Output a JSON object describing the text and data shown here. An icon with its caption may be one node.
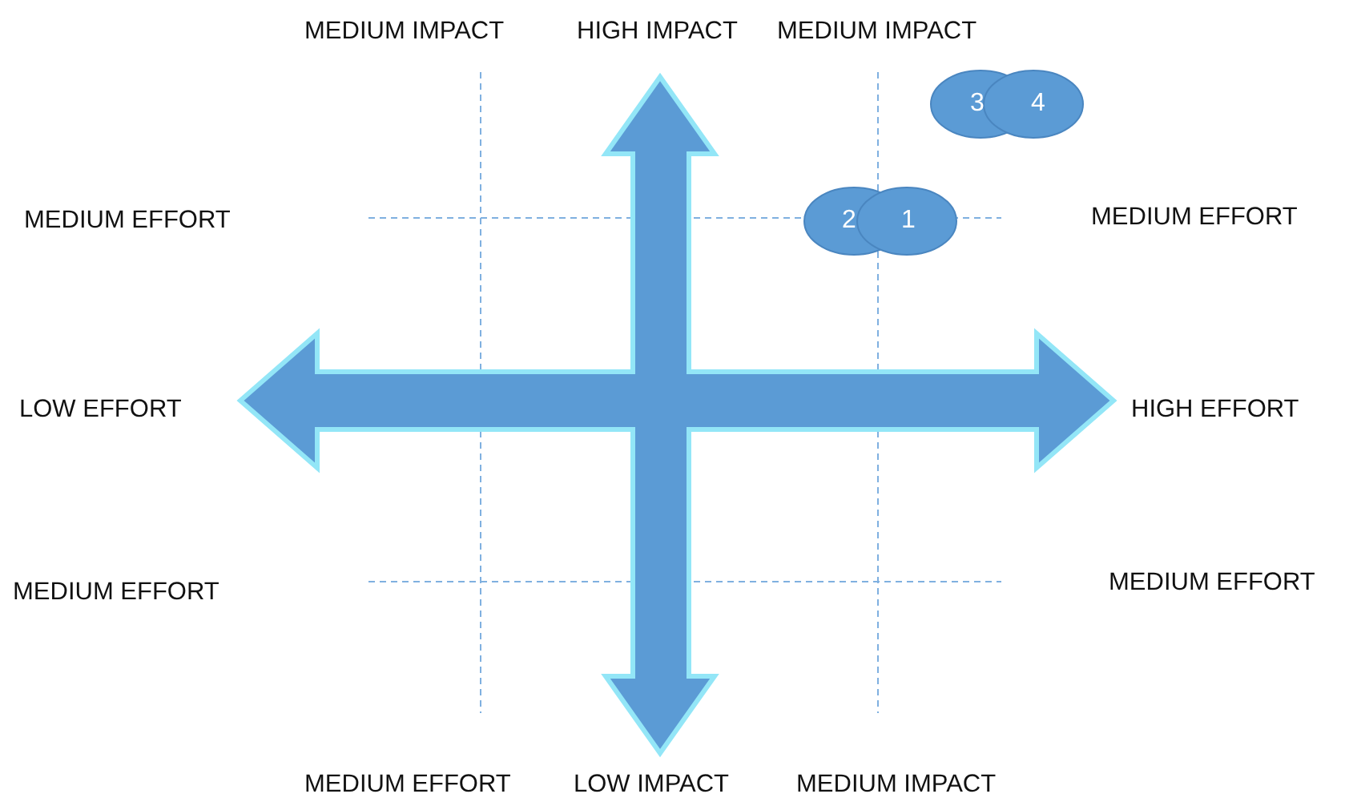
{
  "diagram": {
    "nodes": [
      {
        "text": [
          "3"
        ]
      },
      {
        "text": [
          "4"
        ]
      },
      {
        "text": [
          "2"
        ]
      },
      {
        "text": [
          "1"
        ]
      }
    ],
    "labels": [
      "MEDIUM IMPACT",
      "HIGH IMPACT",
      "MEDIUM IMPACT",
      "MEDIUM EFFORT",
      "MEDIUM EFFORT",
      "LOW EFFORT",
      "HIGH EFFORT",
      "MEDIUM EFFORT",
      "MEDIUM EFFORT",
      "MEDIUM EFFORT",
      "LOW IMPACT",
      "MEDIUM IMPACT"
    ]
  }
}
